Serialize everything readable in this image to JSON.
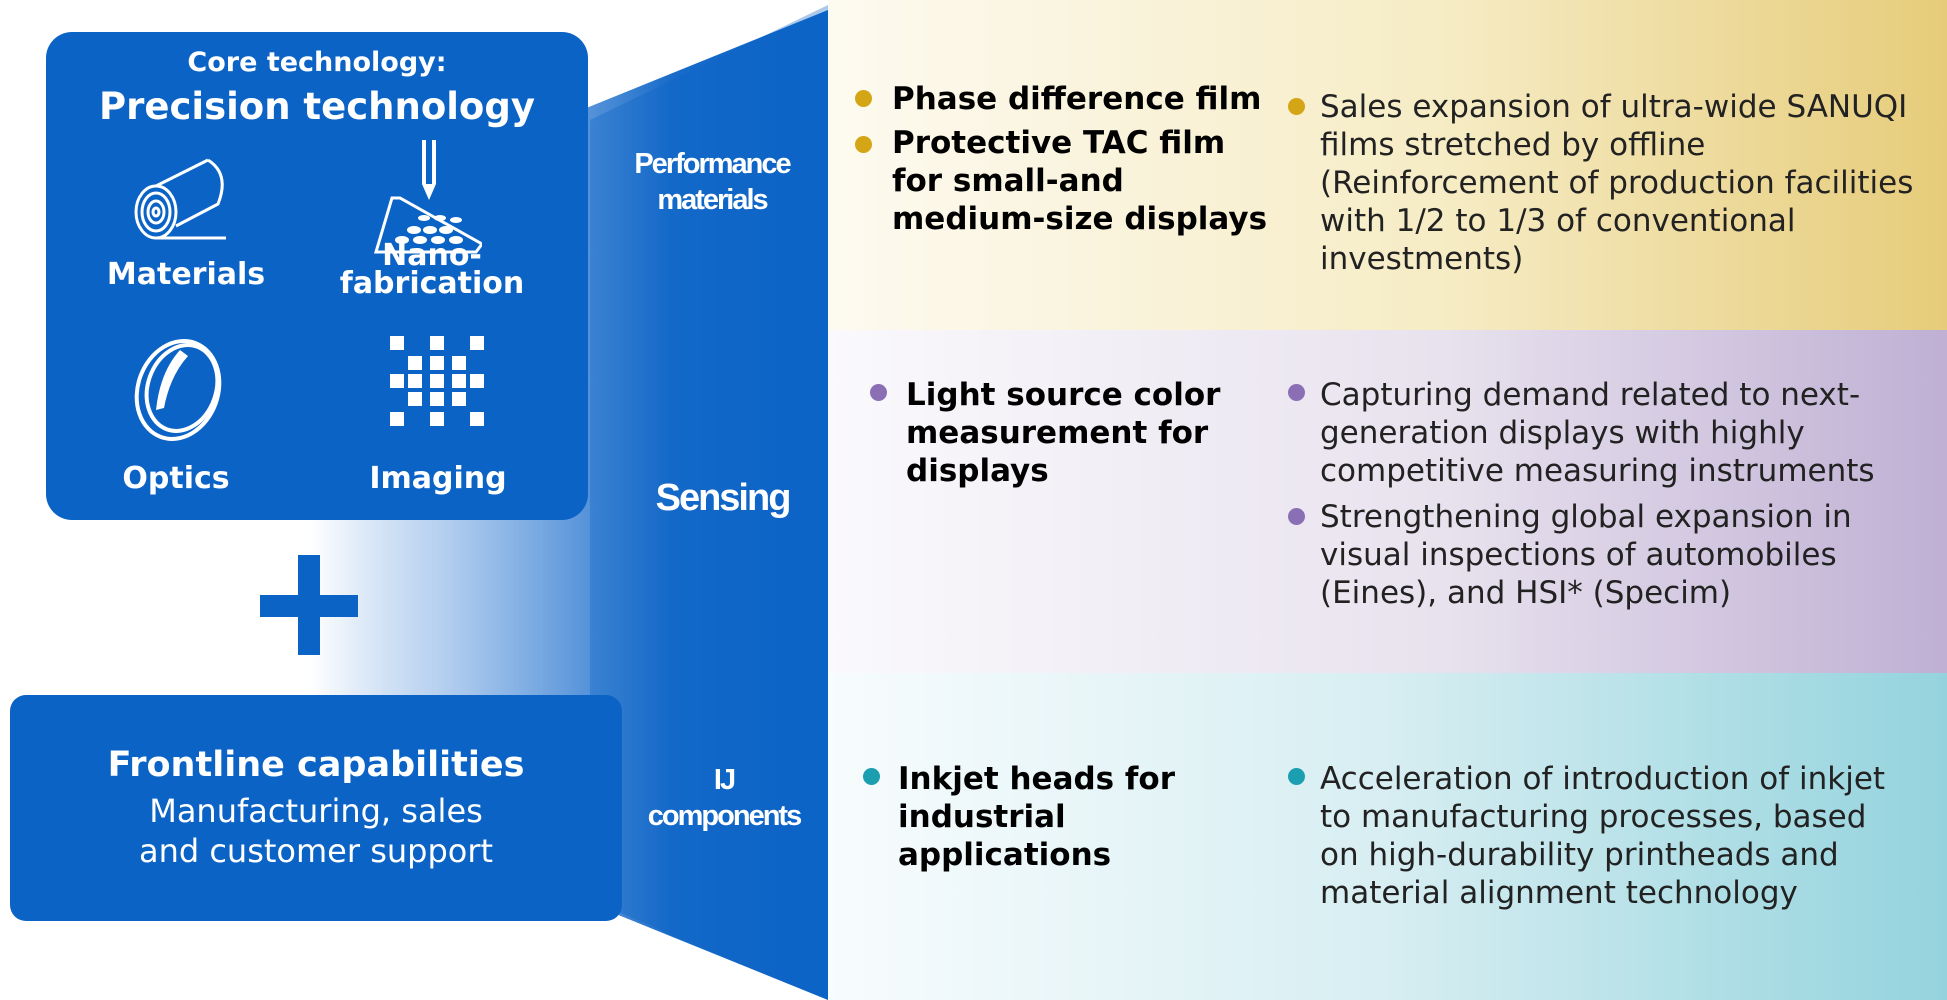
{
  "core": {
    "title": "Core technology:",
    "subtitle": "Precision technology",
    "items": [
      {
        "label": "Materials",
        "icon": "film-roll-icon"
      },
      {
        "label": "Nano-",
        "label2": "fabrication",
        "icon": "nanofabrication-icon"
      },
      {
        "label": "Optics",
        "icon": "lens-icon"
      },
      {
        "label": "Imaging",
        "icon": "pixel-grid-icon"
      }
    ]
  },
  "frontline": {
    "title": "Frontline capabilities",
    "line1": "Manufacturing, sales",
    "line2": "and customer support"
  },
  "segments": {
    "performance": {
      "label1": "Performance",
      "label2": "materials"
    },
    "sensing": {
      "label": "Sensing"
    },
    "ij": {
      "label1": "IJ",
      "label2": "components"
    }
  },
  "colors": {
    "brand_blue": "#0b63c6",
    "performance_bullet": "#d4a514",
    "sensing_bullet": "#8b6fb5",
    "ij_bullet": "#1b9fb0"
  },
  "panels": {
    "performance": {
      "products": [
        "Phase difference film",
        "Protective TAC film",
        "for small-and",
        "medium-size displays"
      ],
      "strategy": [
        "Sales expansion of ultra-wide SANUQI",
        "films stretched by offline",
        "(Reinforcement of production facilities",
        "with 1/2 to 1/3 of conventional",
        "investments)"
      ]
    },
    "sensing": {
      "products": [
        "Light source color",
        "measurement for",
        "displays"
      ],
      "strategy1": [
        "Capturing demand related to next-",
        "generation displays with highly",
        "competitive measuring instruments"
      ],
      "strategy2": [
        "Strengthening global expansion in",
        "visual inspections of automobiles",
        "(Eines), and HSI* (Specim)"
      ]
    },
    "ij": {
      "products": [
        "Inkjet heads for",
        "industrial",
        "applications"
      ],
      "strategy": [
        "Acceleration of introduction of inkjet",
        "to manufacturing processes, based",
        "on high-durability printheads and",
        "material alignment technology"
      ]
    }
  }
}
